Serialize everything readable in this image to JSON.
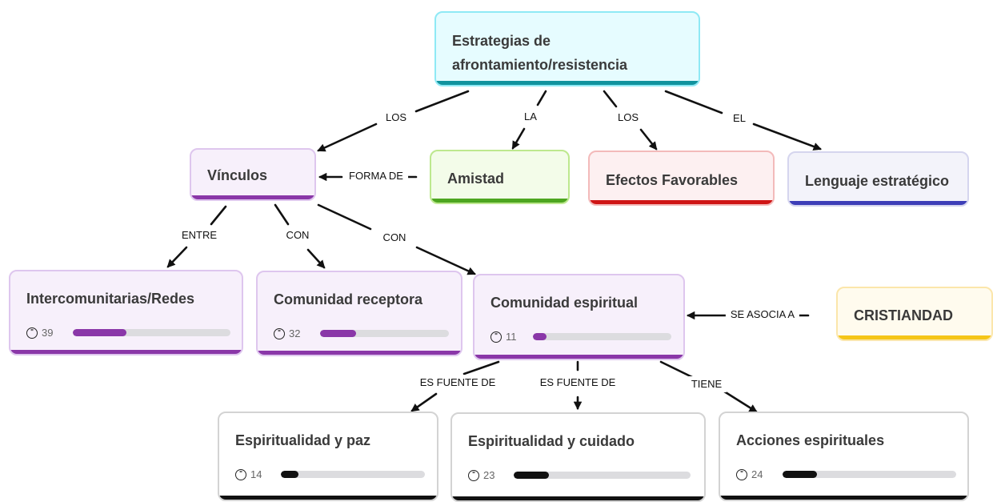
{
  "diagram": {
    "nodes": [
      {
        "id": "n-root",
        "title": "Estrategias de afrontamiento/resistencia"
      },
      {
        "id": "n-vinc",
        "title": "Vínculos"
      },
      {
        "id": "n-amistad",
        "title": "Amistad"
      },
      {
        "id": "n-efectos",
        "title": "Efectos Favorables"
      },
      {
        "id": "n-lenguaje",
        "title": "Lenguaje estratégico"
      },
      {
        "id": "n-inter",
        "title": "Intercomunitarias/Redes",
        "quotes": "39",
        "progress": 0.34,
        "fill": "#8a37a8"
      },
      {
        "id": "n-receptora",
        "title": "Comunidad receptora",
        "quotes": "32",
        "progress": 0.28,
        "fill": "#8a37a8"
      },
      {
        "id": "n-espiritual",
        "title": "Comunidad espiritual",
        "quotes": "11",
        "progress": 0.1,
        "fill": "#8a37a8"
      },
      {
        "id": "n-cristiandad",
        "title": "CRISTIANDAD"
      },
      {
        "id": "n-paz",
        "title": "Espiritualidad y paz",
        "quotes": "14",
        "progress": 0.12,
        "fill": "#111111"
      },
      {
        "id": "n-cuidado",
        "title": "Espiritualidad y cuidado",
        "quotes": "23",
        "progress": 0.2,
        "fill": "#111111"
      },
      {
        "id": "n-acciones",
        "title": "Acciones espirituales",
        "quotes": "24",
        "progress": 0.2,
        "fill": "#111111"
      }
    ],
    "links": [
      {
        "label": "LOS"
      },
      {
        "label": "LA"
      },
      {
        "label": "LOS"
      },
      {
        "label": "EL"
      },
      {
        "label": "FORMA DE"
      },
      {
        "label": "ENTRE"
      },
      {
        "label": "CON"
      },
      {
        "label": "CON"
      },
      {
        "label": "SE ASOCIA A"
      },
      {
        "label": "ES FUENTE DE"
      },
      {
        "label": "ES FUENTE DE"
      },
      {
        "label": "TIENE"
      }
    ],
    "quote_icon": "quote-bubble-icon"
  }
}
